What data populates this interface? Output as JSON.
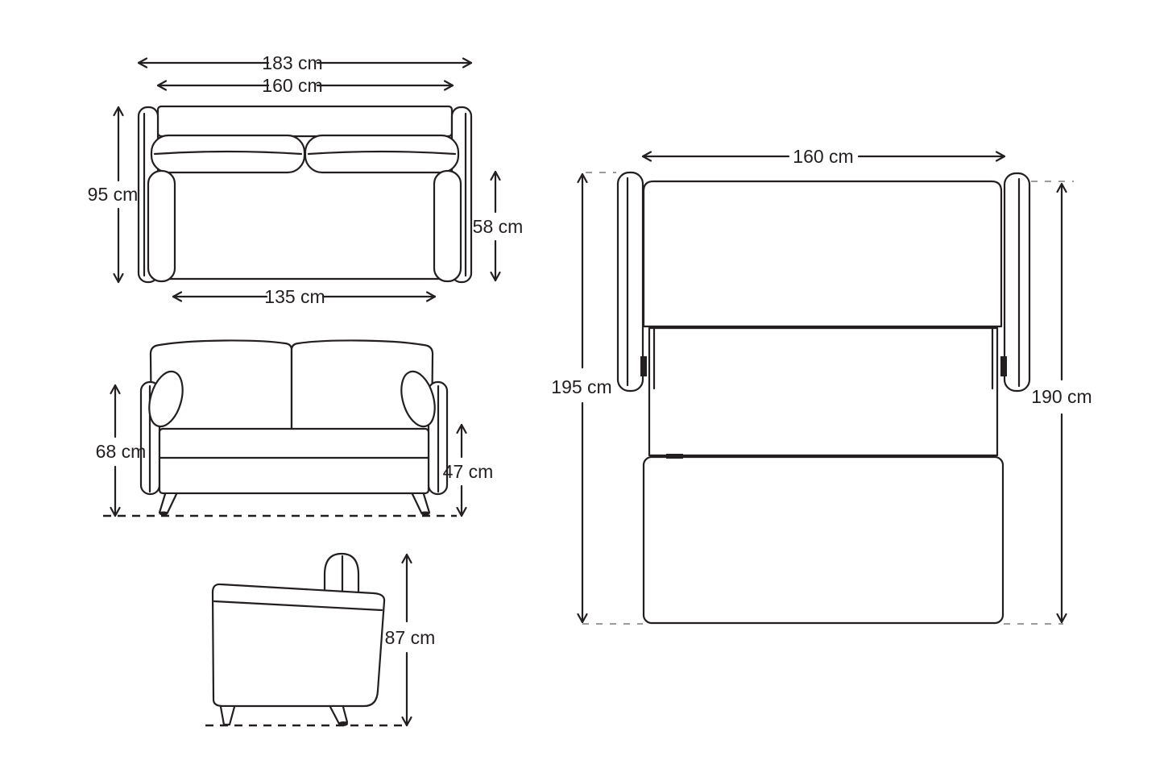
{
  "colors": {
    "line": "#231f20",
    "dash": "#9b9b9b",
    "background": "#ffffff",
    "text": "#231f20"
  },
  "views": {
    "sofa_top": {
      "name": "sofa top view",
      "dims": {
        "overall_width": "183 cm",
        "back_width": "160 cm",
        "depth": "95 cm",
        "seat_depth": "58 cm",
        "seat_width": "135 cm"
      }
    },
    "sofa_front": {
      "name": "sofa front view",
      "dims": {
        "arm_height": "68 cm",
        "seat_height": "47 cm"
      }
    },
    "sofa_side": {
      "name": "sofa side view",
      "dims": {
        "overall_height": "87 cm"
      }
    },
    "bed_top": {
      "name": "sofa bed unfolded top view",
      "dims": {
        "bed_width": "160 cm",
        "overall_length": "195 cm",
        "mattress_length": "190 cm"
      }
    }
  }
}
